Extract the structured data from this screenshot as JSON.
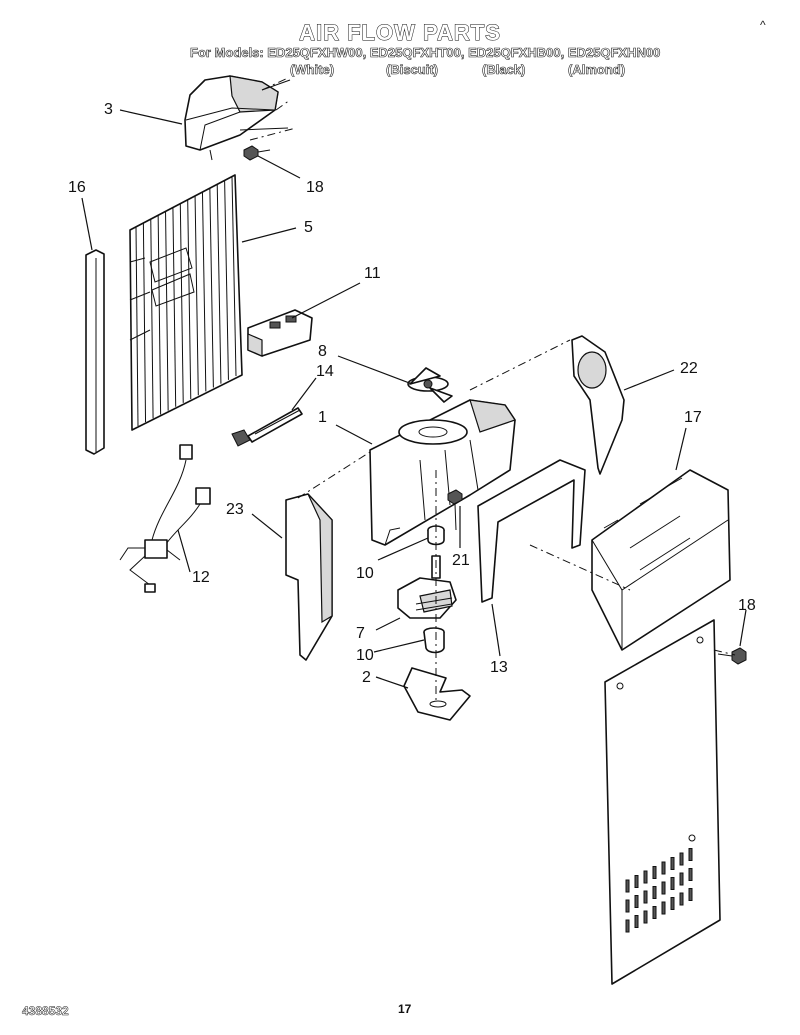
{
  "header": {
    "title": "AIR FLOW PARTS",
    "models": "For Models: ED25QFXHW00, ED25QFXHT00, ED25QFXHB00, ED25QFXHN00",
    "colors": [
      "(White)",
      "(Biscuit)",
      "(Black)",
      "(Almond)"
    ],
    "corner_mark": "^"
  },
  "callouts": [
    "3",
    "18",
    "16",
    "5",
    "11",
    "8",
    "14",
    "22",
    "1",
    "17",
    "23",
    "21",
    "12",
    "10",
    "7",
    "10",
    "18",
    "2",
    "13"
  ],
  "footer": {
    "doc_number": "4388532",
    "page_number": "17"
  }
}
